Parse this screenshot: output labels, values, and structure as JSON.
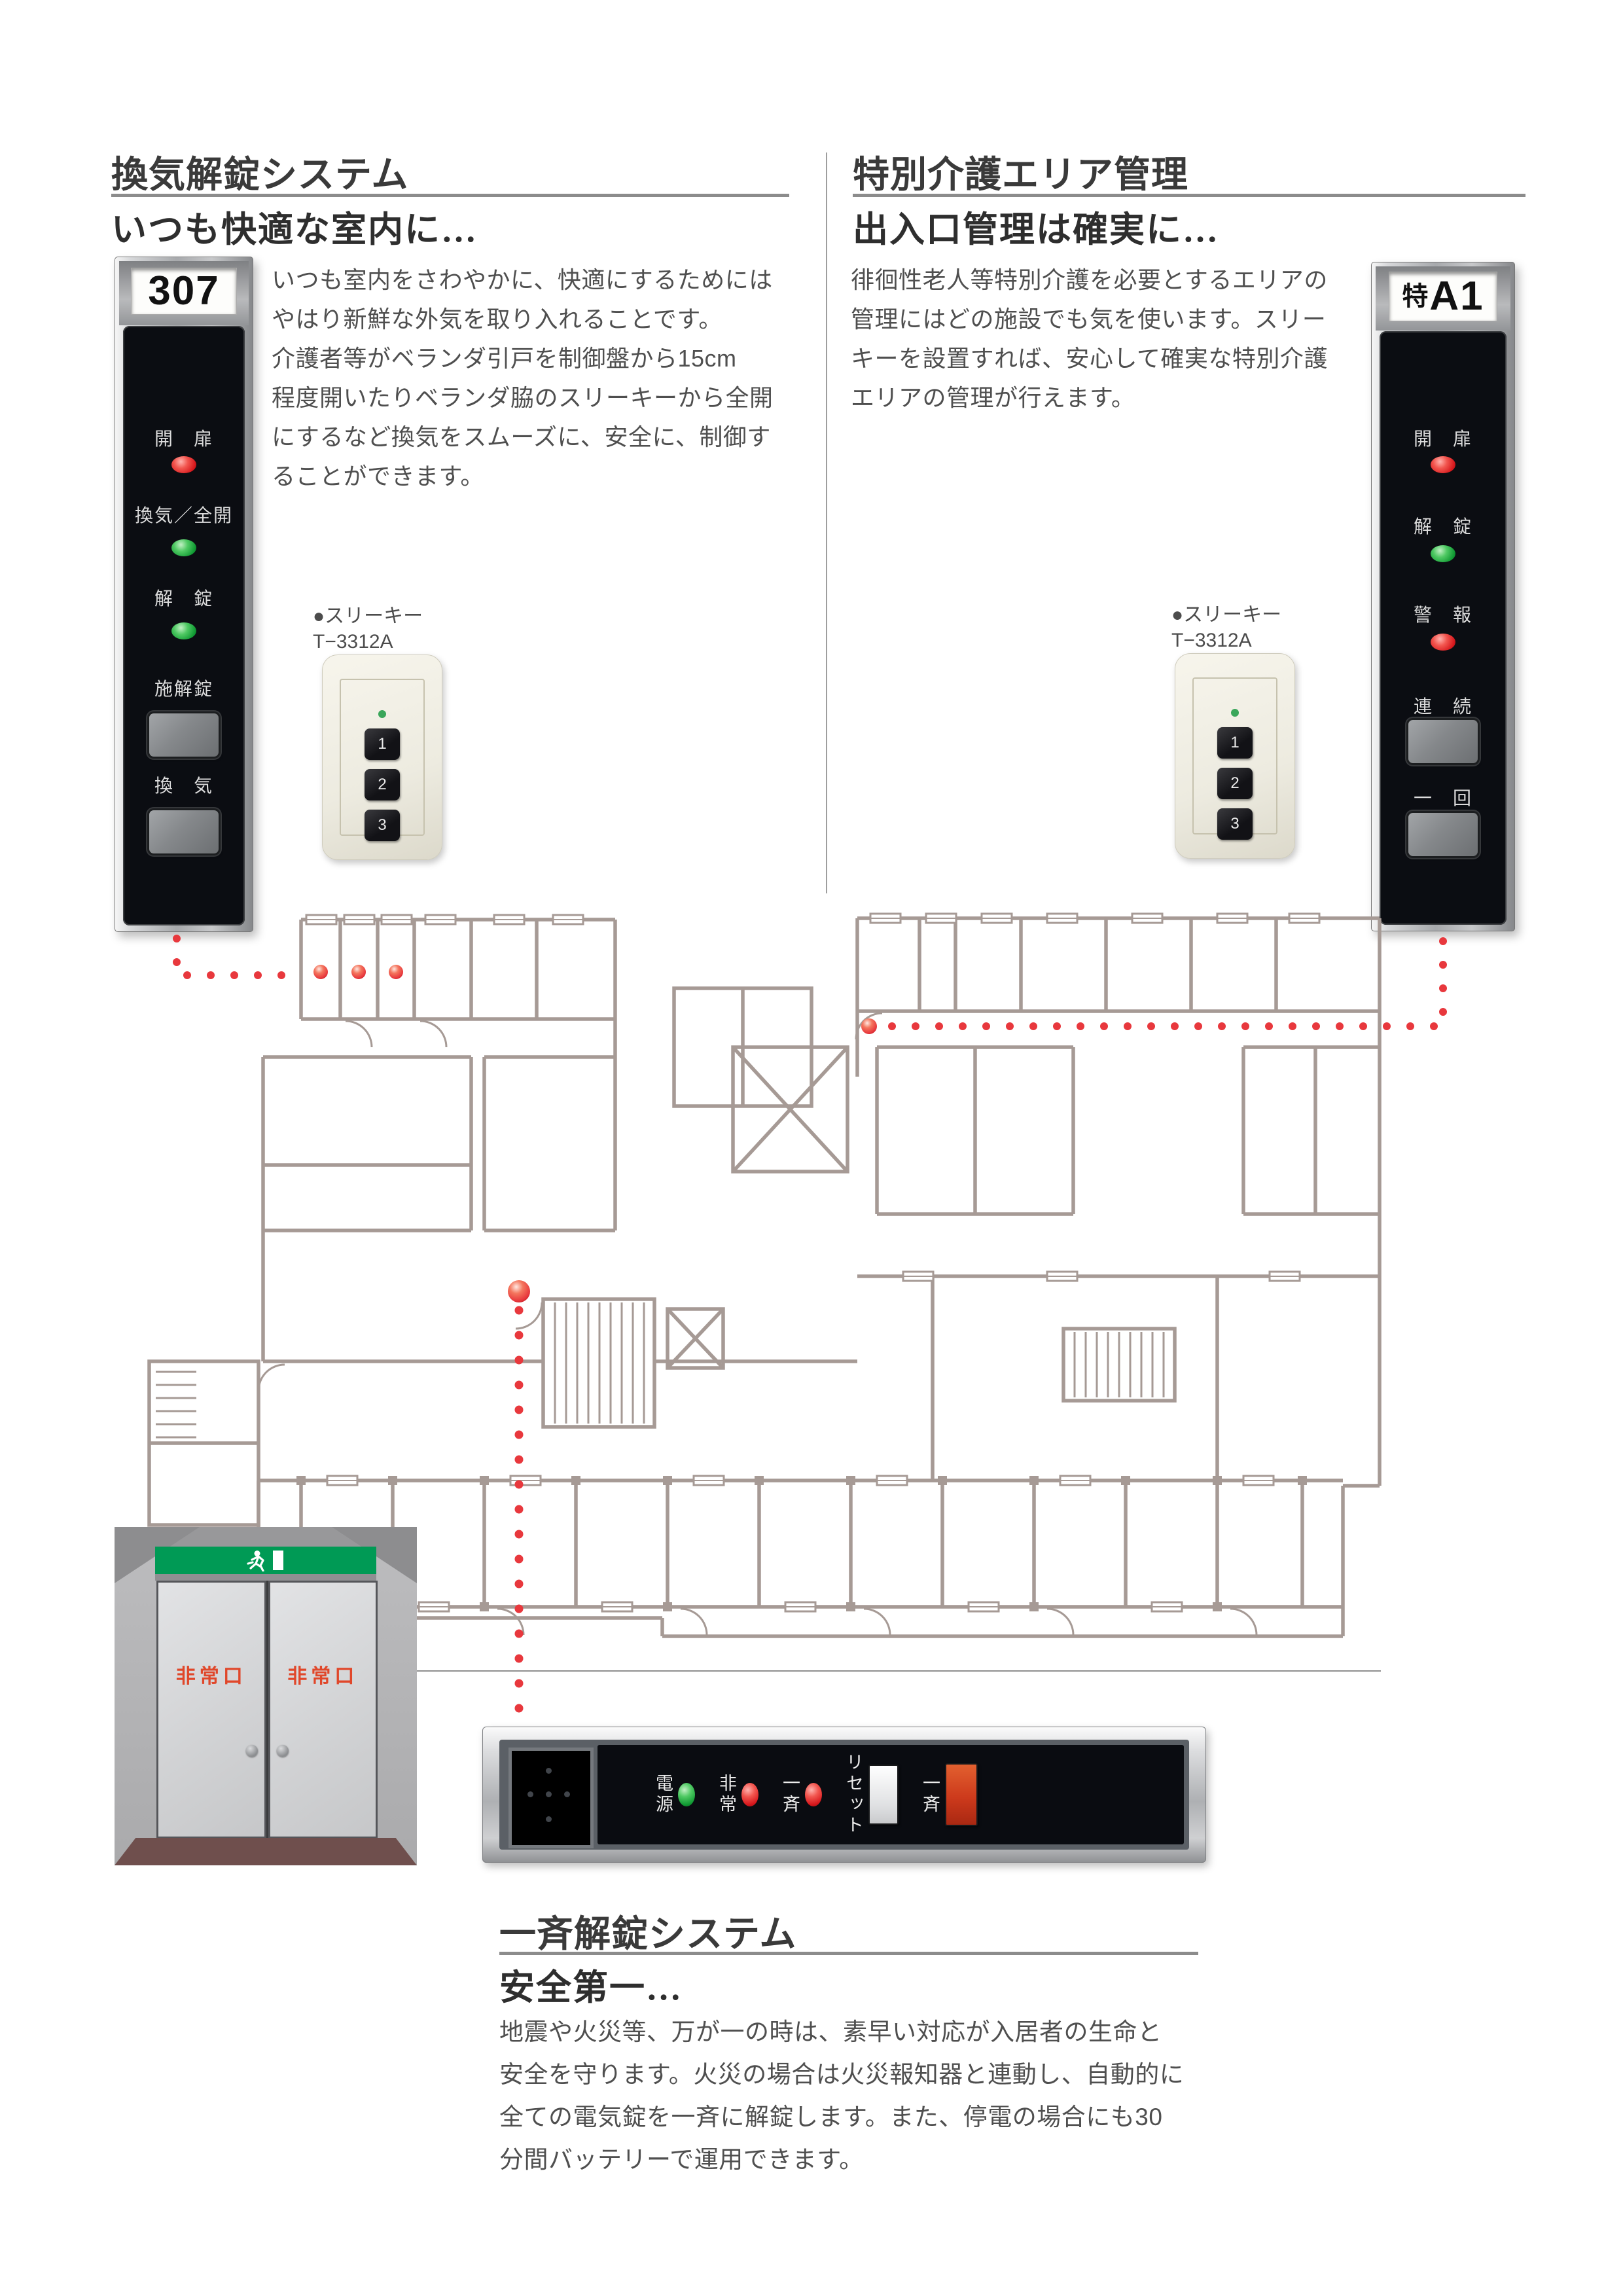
{
  "colors": {
    "accent_red": "#e8383d",
    "floorplan_wall": "#a69a95",
    "led_green": "#2eb353",
    "led_red": "#e8383d",
    "exit_sign_green": "#009a55",
    "exit_door_text_red": "#e0472a"
  },
  "sections": {
    "ventilation": {
      "title": "換気解錠システム",
      "subtitle": "いつも快適な室内に…",
      "body": "いつも室内をさわやかに、快適にするためには\nやはり新鮮な外気を取り入れることです。\n介護者等がベランダ引戸を制御盤から15cm\n程度開いたりベランダ脇のスリーキーから全開\nにするなど換気をスムーズに、安全に、制御す\nることができます。"
    },
    "special_care": {
      "title": "特別介護エリア管理",
      "subtitle": "出入口管理は確実に…",
      "body": "徘徊性老人等特別介護を必要とするエリアの\n管理にはどの施設でも気を使います。スリー\nキーを設置すれば、安心して確実な特別介護\nエリアの管理が行えます。"
    },
    "simultaneous": {
      "title": "一斉解錠システム",
      "subtitle": "安全第一…",
      "body": "地震や火災等、万が一の時は、素早い対応が入居者の生命と\n安全を守ります。火災の場合は火災報知器と連動し、自動的に\n全ての電気錠を一斉に解錠します。また、停電の場合にも30\n分間バッテリーで運用できます。"
    }
  },
  "panel_307": {
    "room_display": "307",
    "rows": [
      {
        "label": "開　扉",
        "indicator": "led-red"
      },
      {
        "label": "換気／全開",
        "indicator": "led-green"
      },
      {
        "label": "解　錠",
        "indicator": "led-green"
      },
      {
        "label": "施解錠",
        "indicator": "button"
      },
      {
        "label": "換　気",
        "indicator": "button"
      }
    ]
  },
  "panel_a1": {
    "room_display_prefix": "特",
    "room_display_main": "A1",
    "rows": [
      {
        "label": "開　扉",
        "indicator": "led-red"
      },
      {
        "label": "解　錠",
        "indicator": "led-green"
      },
      {
        "label": "警　報",
        "indicator": "led-red"
      },
      {
        "label": "連　続",
        "indicator": "button"
      },
      {
        "label": "一　回",
        "indicator": "button"
      }
    ]
  },
  "three_key": {
    "bullet_label": "●スリーキー",
    "model": "T−3312A",
    "buttons": [
      "1",
      "2",
      "3"
    ]
  },
  "master_panel": {
    "items": [
      {
        "label": "電源",
        "type": "led-green"
      },
      {
        "label": "非常",
        "type": "led-red"
      },
      {
        "label": "一斉",
        "type": "led-red"
      },
      {
        "label": "リセット",
        "type": "button-white"
      },
      {
        "label": "一斉",
        "type": "button-red"
      }
    ]
  },
  "exit_door": {
    "sign_icon": "running-man-exit-icon",
    "left_door_label": "非常口",
    "right_door_label": "非常口"
  }
}
